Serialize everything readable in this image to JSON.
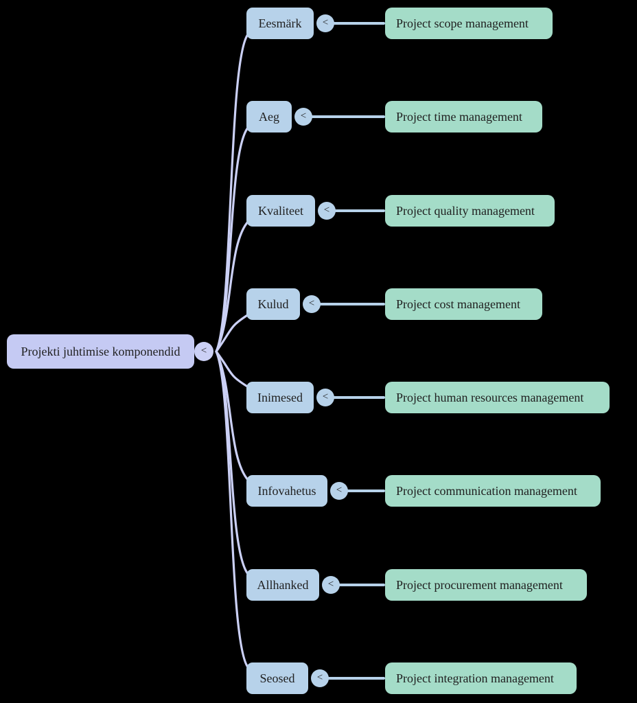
{
  "colors": {
    "background": "#000000",
    "root_node_fill": "#c5caf3",
    "topic_node_fill": "#b7d2ea",
    "detail_node_fill": "#a4dcc8",
    "root_link": "#cbd0f5",
    "detail_link": "#b7d2ea",
    "text": "#1f1f1f"
  },
  "collapse_glyph": "<",
  "root": {
    "label": "Projekti juhtimise komponendid"
  },
  "branches": [
    {
      "topic": "Eesmärk",
      "detail": "Project scope management"
    },
    {
      "topic": "Aeg",
      "detail": "Project time management"
    },
    {
      "topic": "Kvaliteet",
      "detail": "Project quality management"
    },
    {
      "topic": "Kulud",
      "detail": "Project cost management"
    },
    {
      "topic": "Inimesed",
      "detail": "Project human resources management"
    },
    {
      "topic": "Infovahetus",
      "detail": "Project communication management"
    },
    {
      "topic": "Allhanked",
      "detail": "Project procurement management"
    },
    {
      "topic": "Seosed",
      "detail": "Project integration management"
    }
  ]
}
